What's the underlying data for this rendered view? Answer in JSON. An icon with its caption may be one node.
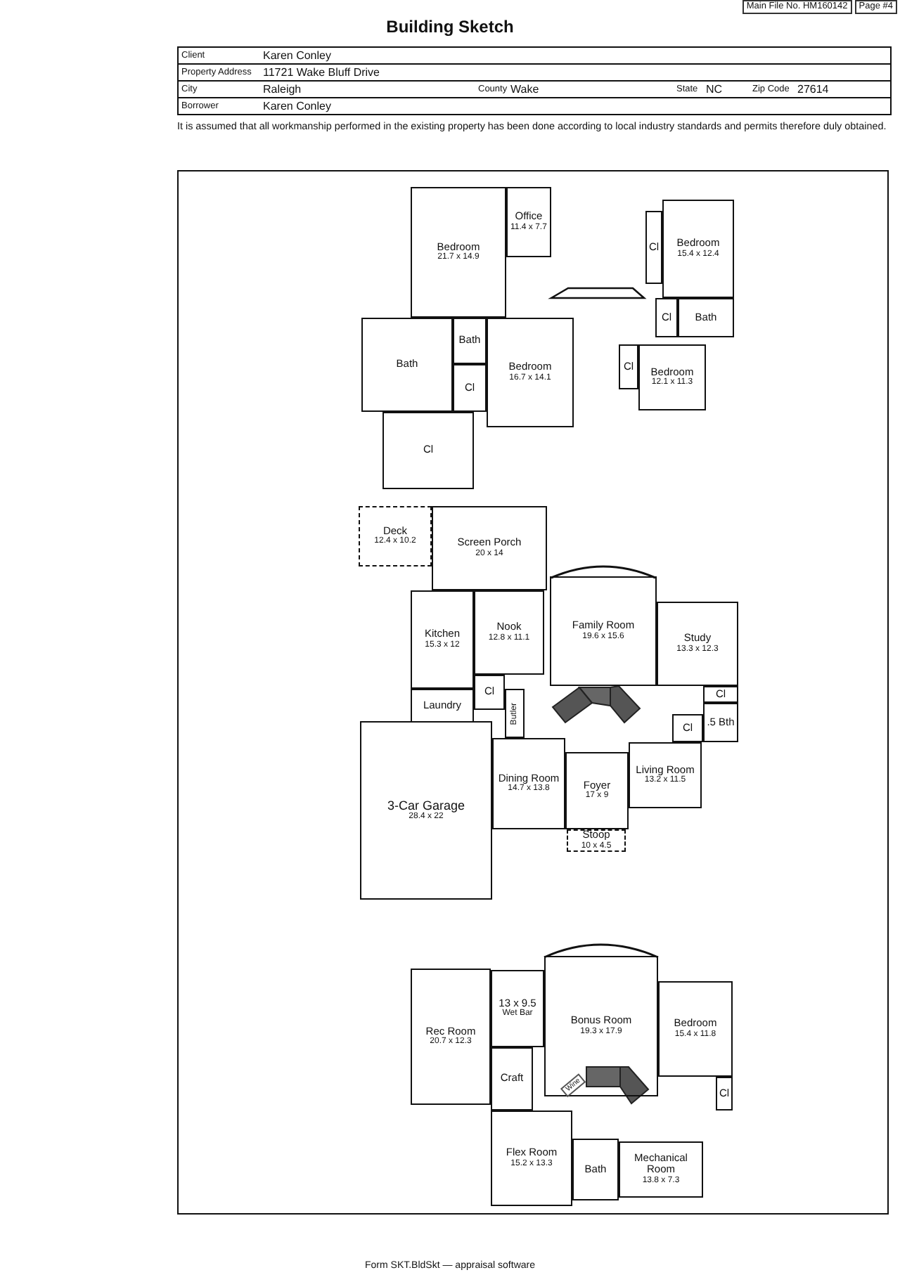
{
  "diagram": {
    "title": "Building Sketch",
    "nodes": [
      {
        "text": [
          "Bedroom",
          "21.7 x 14.9"
        ]
      },
      {
        "text": [
          "Office",
          "11.4 x 7.7"
        ]
      },
      {
        "text": [
          "Bedroom",
          "15.4 x 12.4"
        ]
      },
      {
        "text": [
          "Cl"
        ]
      },
      {
        "text": [
          "Bath"
        ]
      },
      {
        "text": [
          "Cl"
        ]
      },
      {
        "text": [
          "Bath"
        ]
      },
      {
        "text": [
          "Bath"
        ]
      },
      {
        "text": [
          "Cl"
        ]
      },
      {
        "text": [
          "Bedroom",
          "16.7 x 14.1"
        ]
      },
      {
        "text": [
          "Cl"
        ]
      },
      {
        "text": [
          "Bedroom",
          "12.1 x 11.3"
        ]
      },
      {
        "text": [
          "Cl"
        ]
      },
      {
        "text": [
          "Deck",
          "12.4 x 10.2"
        ]
      },
      {
        "text": [
          "Screen Porch",
          "20 x 14"
        ]
      },
      {
        "text": [
          "Kitchen",
          "15.3 x 12"
        ]
      },
      {
        "text": [
          "Nook",
          "12.8 x 11.1"
        ]
      },
      {
        "text": [
          "Family Room",
          "19.6 x 15.6"
        ]
      },
      {
        "text": [
          "Study",
          "13.3 x 12.3"
        ]
      },
      {
        "text": [
          "Cl"
        ]
      },
      {
        "text": [
          "Cl"
        ]
      },
      {
        "text": [
          "Laundry"
        ]
      },
      {
        "text": [
          "Butler"
        ]
      },
      {
        "text": [
          ".5 Bth"
        ]
      },
      {
        "text": [
          "Cl"
        ]
      },
      {
        "text": [
          "3-Car Garage",
          "28.4 x 22"
        ]
      },
      {
        "text": [
          "Dining Room",
          "14.7 x 13.8"
        ]
      },
      {
        "text": [
          "Foyer",
          "17 x 9"
        ]
      },
      {
        "text": [
          "Living Room",
          "13.2 x 11.5"
        ]
      },
      {
        "text": [
          "Stoop",
          "10 x 4.5"
        ]
      },
      {
        "text": [
          "Rec Room",
          "20.7 x 12.3"
        ]
      },
      {
        "text": [
          "13 x 9.5",
          "Wet Bar"
        ]
      },
      {
        "text": [
          "Bonus Room",
          "19.3 x 17.9"
        ]
      },
      {
        "text": [
          "Bedroom",
          "15.4 x 11.8"
        ]
      },
      {
        "text": [
          "Craft"
        ]
      },
      {
        "text": [
          "Cl"
        ]
      },
      {
        "text": [
          "Flex Room",
          "15.2 x 13.3"
        ]
      },
      {
        "text": [
          "Bath"
        ]
      },
      {
        "text": [
          "Mechanical Room",
          "13.8 x 7.3"
        ]
      }
    ],
    "labels": [
      "Main File No. HM160142",
      "Page #4",
      "Client",
      "Karen Conley",
      "Property Address",
      "11721 Wake Bluff Drive",
      "City",
      "Raleigh",
      "County",
      "Wake",
      "State",
      "NC",
      "Zip Code",
      "27614",
      "Borrower",
      "Karen Conley",
      "It is assumed that all workmanship performed in the existing property has been done according to local industry standards and permits therefore duly obtained.",
      "Wine",
      "Form SKT.BldSkt — appraisal software"
    ]
  }
}
